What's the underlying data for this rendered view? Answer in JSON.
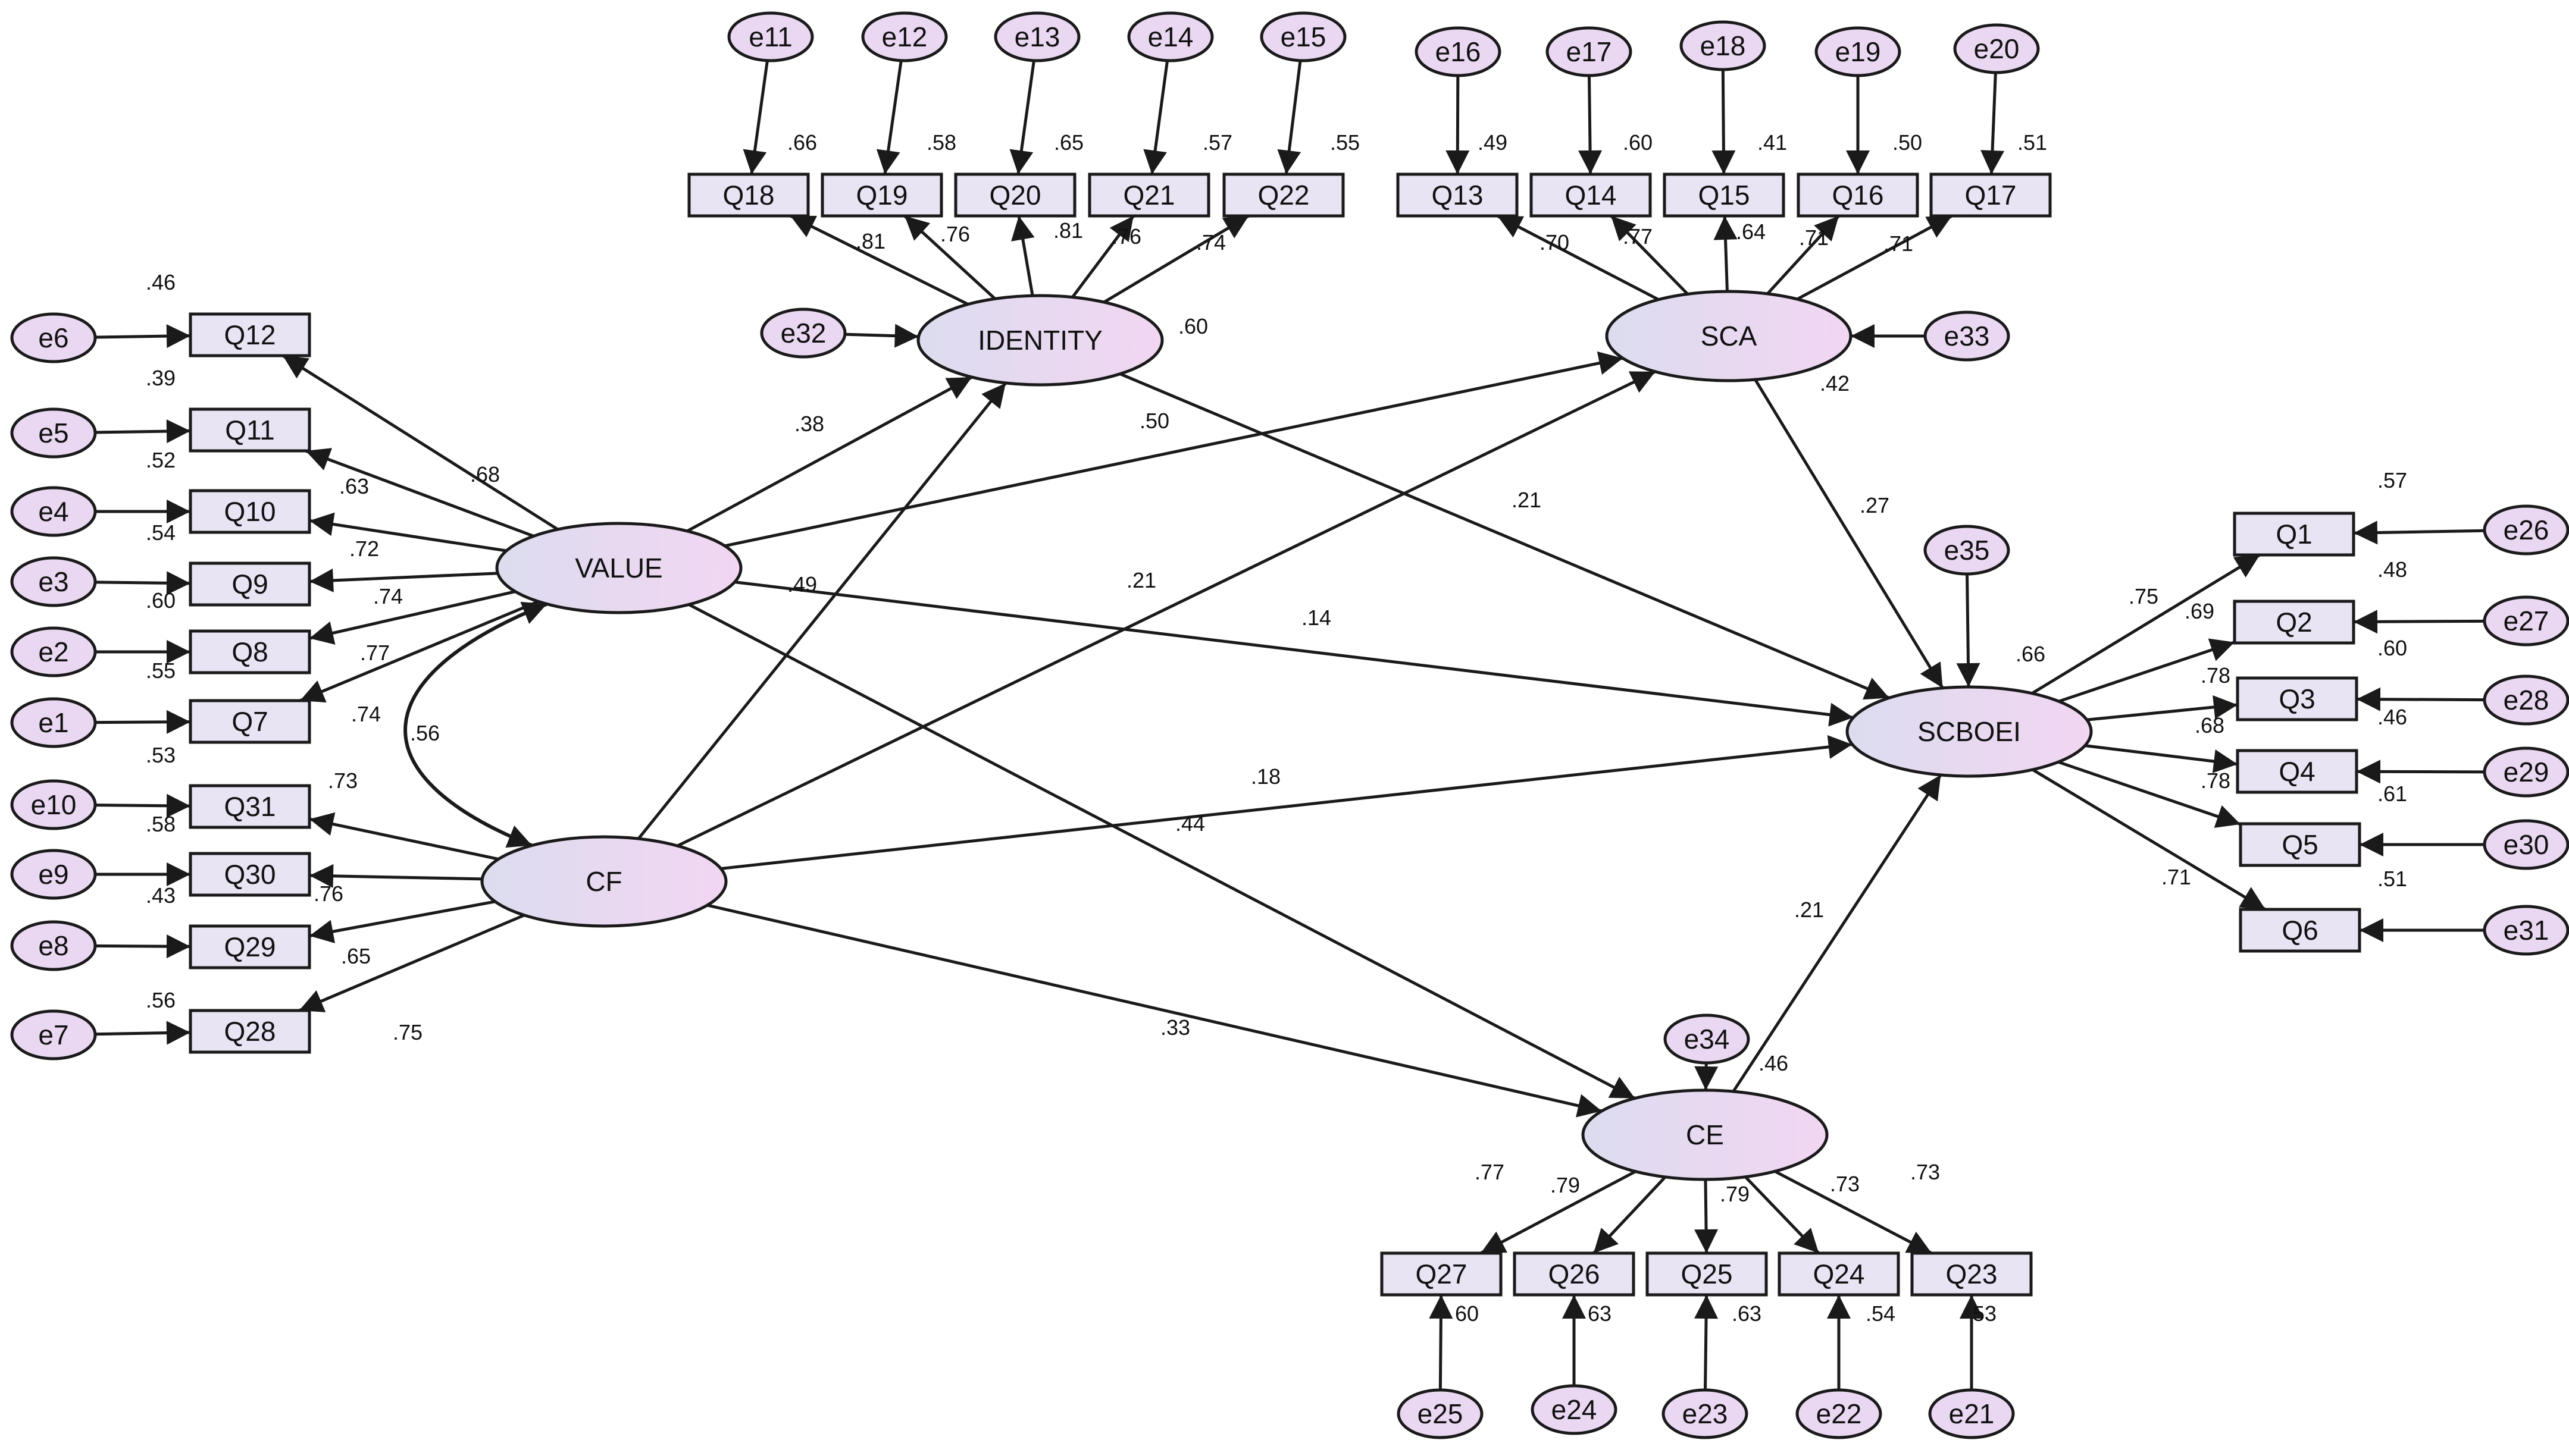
{
  "colors": {
    "stroke": "#1a1a1a",
    "latent_fill_start": "#dcdcef",
    "latent_fill_end": "#f2d6f2",
    "observed_fill": "#e8e4f4",
    "error_fill": "#ead8f2",
    "background": "#ffffff"
  },
  "nodes": [
    {
      "id": "VALUE",
      "type": "latent",
      "label": "VALUE"
    },
    {
      "id": "CF",
      "type": "latent",
      "label": "CF"
    },
    {
      "id": "IDENTITY",
      "type": "latent",
      "label": "IDENTITY"
    },
    {
      "id": "SCA",
      "type": "latent",
      "label": "SCA"
    },
    {
      "id": "SCBOEI",
      "type": "latent",
      "label": "SCBOEI"
    },
    {
      "id": "CE",
      "type": "latent",
      "label": "CE"
    },
    {
      "id": "Q18",
      "type": "observed",
      "label": "Q18"
    },
    {
      "id": "Q19",
      "type": "observed",
      "label": "Q19"
    },
    {
      "id": "Q20",
      "type": "observed",
      "label": "Q20"
    },
    {
      "id": "Q21",
      "type": "observed",
      "label": "Q21"
    },
    {
      "id": "Q22",
      "type": "observed",
      "label": "Q22"
    },
    {
      "id": "Q13",
      "type": "observed",
      "label": "Q13"
    },
    {
      "id": "Q14",
      "type": "observed",
      "label": "Q14"
    },
    {
      "id": "Q15",
      "type": "observed",
      "label": "Q15"
    },
    {
      "id": "Q16",
      "type": "observed",
      "label": "Q16"
    },
    {
      "id": "Q17",
      "type": "observed",
      "label": "Q17"
    },
    {
      "id": "Q12",
      "type": "observed",
      "label": "Q12"
    },
    {
      "id": "Q11",
      "type": "observed",
      "label": "Q11"
    },
    {
      "id": "Q10",
      "type": "observed",
      "label": "Q10"
    },
    {
      "id": "Q9",
      "type": "observed",
      "label": "Q9"
    },
    {
      "id": "Q8",
      "type": "observed",
      "label": "Q8"
    },
    {
      "id": "Q7",
      "type": "observed",
      "label": "Q7"
    },
    {
      "id": "Q31",
      "type": "observed",
      "label": "Q31"
    },
    {
      "id": "Q30",
      "type": "observed",
      "label": "Q30"
    },
    {
      "id": "Q29",
      "type": "observed",
      "label": "Q29"
    },
    {
      "id": "Q28",
      "type": "observed",
      "label": "Q28"
    },
    {
      "id": "Q1",
      "type": "observed",
      "label": "Q1"
    },
    {
      "id": "Q2",
      "type": "observed",
      "label": "Q2"
    },
    {
      "id": "Q3",
      "type": "observed",
      "label": "Q3"
    },
    {
      "id": "Q4",
      "type": "observed",
      "label": "Q4"
    },
    {
      "id": "Q5",
      "type": "observed",
      "label": "Q5"
    },
    {
      "id": "Q6",
      "type": "observed",
      "label": "Q6"
    },
    {
      "id": "Q27",
      "type": "observed",
      "label": "Q27"
    },
    {
      "id": "Q26",
      "type": "observed",
      "label": "Q26"
    },
    {
      "id": "Q25",
      "type": "observed",
      "label": "Q25"
    },
    {
      "id": "Q24",
      "type": "observed",
      "label": "Q24"
    },
    {
      "id": "Q23",
      "type": "observed",
      "label": "Q23"
    },
    {
      "id": "e11",
      "type": "error",
      "label": "e11"
    },
    {
      "id": "e12",
      "type": "error",
      "label": "e12"
    },
    {
      "id": "e13",
      "type": "error",
      "label": "e13"
    },
    {
      "id": "e14",
      "type": "error",
      "label": "e14"
    },
    {
      "id": "e15",
      "type": "error",
      "label": "e15"
    },
    {
      "id": "e16",
      "type": "error",
      "label": "e16"
    },
    {
      "id": "e17",
      "type": "error",
      "label": "e17"
    },
    {
      "id": "e18",
      "type": "error",
      "label": "e18"
    },
    {
      "id": "e19",
      "type": "error",
      "label": "e19"
    },
    {
      "id": "e20",
      "type": "error",
      "label": "e20"
    },
    {
      "id": "e6",
      "type": "error",
      "label": "e6"
    },
    {
      "id": "e5",
      "type": "error",
      "label": "e5"
    },
    {
      "id": "e4",
      "type": "error",
      "label": "e4"
    },
    {
      "id": "e3",
      "type": "error",
      "label": "e3"
    },
    {
      "id": "e2",
      "type": "error",
      "label": "e2"
    },
    {
      "id": "e1",
      "type": "error",
      "label": "e1"
    },
    {
      "id": "e10",
      "type": "error",
      "label": "e10"
    },
    {
      "id": "e9",
      "type": "error",
      "label": "e9"
    },
    {
      "id": "e8",
      "type": "error",
      "label": "e8"
    },
    {
      "id": "e7",
      "type": "error",
      "label": "e7"
    },
    {
      "id": "e26",
      "type": "error",
      "label": "e26"
    },
    {
      "id": "e27",
      "type": "error",
      "label": "e27"
    },
    {
      "id": "e28",
      "type": "error",
      "label": "e28"
    },
    {
      "id": "e29",
      "type": "error",
      "label": "e29"
    },
    {
      "id": "e30",
      "type": "error",
      "label": "e30"
    },
    {
      "id": "e31",
      "type": "error",
      "label": "e31"
    },
    {
      "id": "e25",
      "type": "error",
      "label": "e25"
    },
    {
      "id": "e24",
      "type": "error",
      "label": "e24"
    },
    {
      "id": "e23",
      "type": "error",
      "label": "e23"
    },
    {
      "id": "e22",
      "type": "error",
      "label": "e22"
    },
    {
      "id": "e21",
      "type": "error",
      "label": "e21"
    },
    {
      "id": "e32",
      "type": "error",
      "label": "e32"
    },
    {
      "id": "e33",
      "type": "error",
      "label": "e33"
    },
    {
      "id": "e34",
      "type": "error",
      "label": "e34"
    },
    {
      "id": "e35",
      "type": "error",
      "label": "e35"
    }
  ],
  "edges": [
    {
      "from": "IDENTITY",
      "to": "Q18",
      "label": ".81"
    },
    {
      "from": "IDENTITY",
      "to": "Q19",
      "label": ".76"
    },
    {
      "from": "IDENTITY",
      "to": "Q20",
      "label": ".81"
    },
    {
      "from": "IDENTITY",
      "to": "Q21",
      "label": ".76"
    },
    {
      "from": "IDENTITY",
      "to": "Q22",
      "label": ".74"
    },
    {
      "from": "e11",
      "to": "Q18",
      "label": ""
    },
    {
      "from": "e12",
      "to": "Q19",
      "label": ""
    },
    {
      "from": "e13",
      "to": "Q20",
      "label": ""
    },
    {
      "from": "e14",
      "to": "Q21",
      "label": ""
    },
    {
      "from": "e15",
      "to": "Q22",
      "label": ""
    },
    {
      "from": "SCA",
      "to": "Q13",
      "label": ".70"
    },
    {
      "from": "SCA",
      "to": "Q14",
      "label": ".77"
    },
    {
      "from": "SCA",
      "to": "Q15",
      "label": ".64"
    },
    {
      "from": "SCA",
      "to": "Q16",
      "label": ".71"
    },
    {
      "from": "SCA",
      "to": "Q17",
      "label": ".71"
    },
    {
      "from": "e16",
      "to": "Q13",
      "label": ""
    },
    {
      "from": "e17",
      "to": "Q14",
      "label": ""
    },
    {
      "from": "e18",
      "to": "Q15",
      "label": ""
    },
    {
      "from": "e19",
      "to": "Q16",
      "label": ""
    },
    {
      "from": "e20",
      "to": "Q17",
      "label": ""
    },
    {
      "from": "VALUE",
      "to": "Q12",
      "label": ".68"
    },
    {
      "from": "VALUE",
      "to": "Q11",
      "label": ".63"
    },
    {
      "from": "VALUE",
      "to": "Q10",
      "label": ".72"
    },
    {
      "from": "VALUE",
      "to": "Q9",
      "label": ".74"
    },
    {
      "from": "VALUE",
      "to": "Q8",
      "label": ".77"
    },
    {
      "from": "VALUE",
      "to": "Q7",
      "label": ".74"
    },
    {
      "from": "e6",
      "to": "Q12",
      "label": ""
    },
    {
      "from": "e5",
      "to": "Q11",
      "label": ""
    },
    {
      "from": "e4",
      "to": "Q10",
      "label": ""
    },
    {
      "from": "e3",
      "to": "Q9",
      "label": ""
    },
    {
      "from": "e2",
      "to": "Q8",
      "label": ""
    },
    {
      "from": "e1",
      "to": "Q7",
      "label": ""
    },
    {
      "from": "CF",
      "to": "Q31",
      "label": ".73"
    },
    {
      "from": "CF",
      "to": "Q30",
      "label": ".76"
    },
    {
      "from": "CF",
      "to": "Q29",
      "label": ".65"
    },
    {
      "from": "CF",
      "to": "Q28",
      "label": ".75"
    },
    {
      "from": "e10",
      "to": "Q31",
      "label": ""
    },
    {
      "from": "e9",
      "to": "Q30",
      "label": ""
    },
    {
      "from": "e8",
      "to": "Q29",
      "label": ""
    },
    {
      "from": "e7",
      "to": "Q28",
      "label": ""
    },
    {
      "from": "SCBOEI",
      "to": "Q1",
      "label": ".75"
    },
    {
      "from": "SCBOEI",
      "to": "Q2",
      "label": ".69"
    },
    {
      "from": "SCBOEI",
      "to": "Q3",
      "label": ".78"
    },
    {
      "from": "SCBOEI",
      "to": "Q4",
      "label": ".68"
    },
    {
      "from": "SCBOEI",
      "to": "Q5",
      "label": ".78"
    },
    {
      "from": "SCBOEI",
      "to": "Q6",
      "label": ".71"
    },
    {
      "from": "e26",
      "to": "Q1",
      "label": ""
    },
    {
      "from": "e27",
      "to": "Q2",
      "label": ""
    },
    {
      "from": "e28",
      "to": "Q3",
      "label": ""
    },
    {
      "from": "e29",
      "to": "Q4",
      "label": ""
    },
    {
      "from": "e30",
      "to": "Q5",
      "label": ""
    },
    {
      "from": "e31",
      "to": "Q6",
      "label": ""
    },
    {
      "from": "CE",
      "to": "Q27",
      "label": ".77"
    },
    {
      "from": "CE",
      "to": "Q26",
      "label": ".79"
    },
    {
      "from": "CE",
      "to": "Q25",
      "label": ".79"
    },
    {
      "from": "CE",
      "to": "Q24",
      "label": ".73"
    },
    {
      "from": "CE",
      "to": "Q23",
      "label": ".73"
    },
    {
      "from": "e25",
      "to": "Q27",
      "label": ""
    },
    {
      "from": "e24",
      "to": "Q26",
      "label": ""
    },
    {
      "from": "e23",
      "to": "Q25",
      "label": ""
    },
    {
      "from": "e22",
      "to": "Q24",
      "label": ""
    },
    {
      "from": "e21",
      "to": "Q23",
      "label": ""
    },
    {
      "from": "VALUE",
      "to": "IDENTITY",
      "label": ".38"
    },
    {
      "from": "VALUE",
      "to": "SCA",
      "label": ".50"
    },
    {
      "from": "VALUE",
      "to": "SCBOEI",
      "label": ".14"
    },
    {
      "from": "VALUE",
      "to": "CE",
      "label": ".44"
    },
    {
      "from": "CF",
      "to": "IDENTITY",
      "label": ".49"
    },
    {
      "from": "CF",
      "to": "SCA",
      "label": ".21"
    },
    {
      "from": "CF",
      "to": "SCBOEI",
      "label": ".18"
    },
    {
      "from": "CF",
      "to": "CE",
      "label": ".33"
    },
    {
      "from": "IDENTITY",
      "to": "SCBOEI",
      "label": ".21"
    },
    {
      "from": "SCA",
      "to": "SCBOEI",
      "label": ".27"
    },
    {
      "from": "CE",
      "to": "SCBOEI",
      "label": ".21"
    },
    {
      "from": "e32",
      "to": "IDENTITY",
      "label": ""
    },
    {
      "from": "e33",
      "to": "SCA",
      "label": ""
    },
    {
      "from": "e34",
      "to": "CE",
      "label": ""
    },
    {
      "from": "e35",
      "to": "SCBOEI",
      "label": ""
    },
    {
      "from": "VALUE",
      "to": "CF",
      "label": ".56",
      "kind": "covariance"
    }
  ],
  "squared_multiple_correlations": [
    {
      "node": "Q18",
      "label": ".66"
    },
    {
      "node": "Q19",
      "label": ".58"
    },
    {
      "node": "Q20",
      "label": ".65"
    },
    {
      "node": "Q21",
      "label": ".57"
    },
    {
      "node": "Q22",
      "label": ".55"
    },
    {
      "node": "Q13",
      "label": ".49"
    },
    {
      "node": "Q14",
      "label": ".60"
    },
    {
      "node": "Q15",
      "label": ".41"
    },
    {
      "node": "Q16",
      "label": ".50"
    },
    {
      "node": "Q17",
      "label": ".51"
    },
    {
      "node": "Q12",
      "label": ".46"
    },
    {
      "node": "Q11",
      "label": ".39"
    },
    {
      "node": "Q10",
      "label": ".52"
    },
    {
      "node": "Q9",
      "label": ".54"
    },
    {
      "node": "Q8",
      "label": ".60"
    },
    {
      "node": "Q7",
      "label": ".55"
    },
    {
      "node": "Q31",
      "label": ".53"
    },
    {
      "node": "Q30",
      "label": ".58"
    },
    {
      "node": "Q29",
      "label": ".43"
    },
    {
      "node": "Q28",
      "label": ".56"
    },
    {
      "node": "Q1",
      "label": ".57"
    },
    {
      "node": "Q2",
      "label": ".48"
    },
    {
      "node": "Q3",
      "label": ".60"
    },
    {
      "node": "Q4",
      "label": ".46"
    },
    {
      "node": "Q5",
      "label": ".61"
    },
    {
      "node": "Q6",
      "label": ".51"
    },
    {
      "node": "Q27",
      "label": "60"
    },
    {
      "node": "Q26",
      "label": "63"
    },
    {
      "node": "Q25",
      "label": ".63"
    },
    {
      "node": "Q24",
      "label": ".54"
    },
    {
      "node": "Q23",
      "label": "53"
    },
    {
      "node": "IDENTITY",
      "label": ".60"
    },
    {
      "node": "SCA",
      "label": ".42"
    },
    {
      "node": "SCBOEI",
      "label": ".66"
    },
    {
      "node": "CE",
      "label": ".46"
    }
  ]
}
